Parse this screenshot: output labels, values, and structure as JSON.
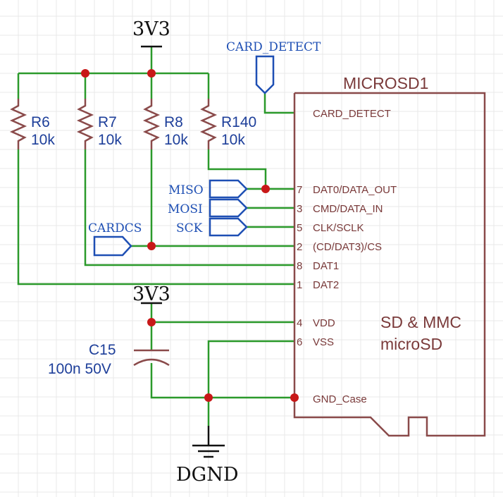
{
  "power": {
    "top_rail": "3V3",
    "cap_rail": "3V3",
    "ground": "DGND"
  },
  "resistors": [
    {
      "ref": "R6",
      "value": "10k"
    },
    {
      "ref": "R7",
      "value": "10k"
    },
    {
      "ref": "R8",
      "value": "10k"
    },
    {
      "ref": "R140",
      "value": "10k"
    }
  ],
  "capacitor": {
    "ref": "C15",
    "value": "100n 50V"
  },
  "net_flags": {
    "card_detect": "CARD_DETECT",
    "miso": "MISO",
    "mosi": "MOSI",
    "sck": "SCK",
    "cardcs": "CARDCS"
  },
  "connector": {
    "ref": "MICROSD1",
    "description_line1": "SD & MMC",
    "description_line2": "microSD",
    "pins": [
      {
        "number": "",
        "name": "CARD_DETECT"
      },
      {
        "number": "7",
        "name": "DAT0/DATA_OUT"
      },
      {
        "number": "3",
        "name": "CMD/DATA_IN"
      },
      {
        "number": "5",
        "name": "CLK/SCLK"
      },
      {
        "number": "2",
        "name": "(CD/DAT3)/CS"
      },
      {
        "number": "8",
        "name": "DAT1"
      },
      {
        "number": "1",
        "name": "DAT2"
      },
      {
        "number": "4",
        "name": "VDD"
      },
      {
        "number": "6",
        "name": "VSS"
      },
      {
        "number": "",
        "name": "GND_Case"
      }
    ]
  }
}
